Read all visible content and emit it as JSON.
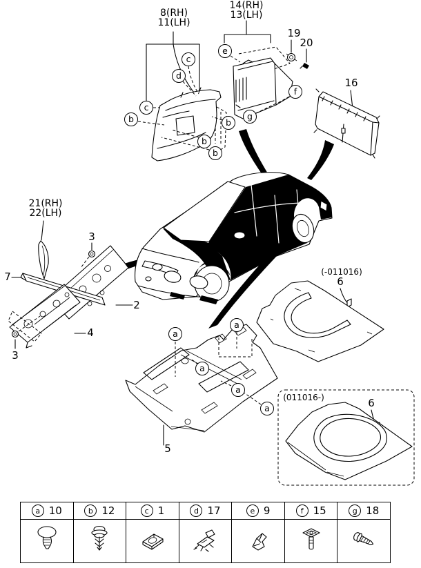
{
  "part_labels": {
    "quarter_trim": {
      "rh": "8(RH)",
      "lh": "11(LH)"
    },
    "luggage_side_trim": {
      "rh": "14(RH)",
      "lh": "13(LH)"
    },
    "grommet": "19",
    "screw": "20",
    "back_panel_trim": "16",
    "cowl_side_trim": {
      "rh": "21(RH)",
      "lh": "22(LH)"
    },
    "nut_upper": "3",
    "cowl_grille": "7",
    "dash_panel_pad": "2",
    "dash_lower_pad": "4",
    "nut_lower": "3",
    "floor_mat": "5",
    "rear_shelf_early": {
      "date_range": "(-011016)",
      "num": "6"
    },
    "rear_shelf_late": {
      "date_range": "(011016-)",
      "num": "6"
    }
  },
  "callouts": {
    "list": [
      {
        "id": "c1",
        "letter": "c"
      },
      {
        "id": "d1",
        "letter": "d"
      },
      {
        "id": "c2",
        "letter": "c"
      },
      {
        "id": "b1",
        "letter": "b"
      },
      {
        "id": "b2",
        "letter": "b"
      },
      {
        "id": "b3",
        "letter": "b"
      },
      {
        "id": "b4",
        "letter": "b"
      },
      {
        "id": "e1",
        "letter": "e"
      },
      {
        "id": "f1",
        "letter": "f"
      },
      {
        "id": "g1",
        "letter": "g"
      },
      {
        "id": "a1",
        "letter": "a"
      },
      {
        "id": "a2",
        "letter": "a"
      },
      {
        "id": "a3",
        "letter": "a"
      },
      {
        "id": "a4",
        "letter": "a"
      },
      {
        "id": "a5",
        "letter": "a"
      }
    ]
  },
  "legend": {
    "items": [
      {
        "letter": "a",
        "qty": "10",
        "icon": "mushroom-clip"
      },
      {
        "letter": "b",
        "qty": "12",
        "icon": "push-rivet"
      },
      {
        "letter": "c",
        "qty": "1",
        "icon": "speed-nut"
      },
      {
        "letter": "d",
        "qty": "17",
        "icon": "trim-clip"
      },
      {
        "letter": "e",
        "qty": "9",
        "icon": "bracket-clip"
      },
      {
        "letter": "f",
        "qty": "15",
        "icon": "push-pin"
      },
      {
        "letter": "g",
        "qty": "18",
        "icon": "tapping-screw"
      }
    ]
  },
  "colors": {
    "line": "#000000",
    "background": "#ffffff"
  }
}
